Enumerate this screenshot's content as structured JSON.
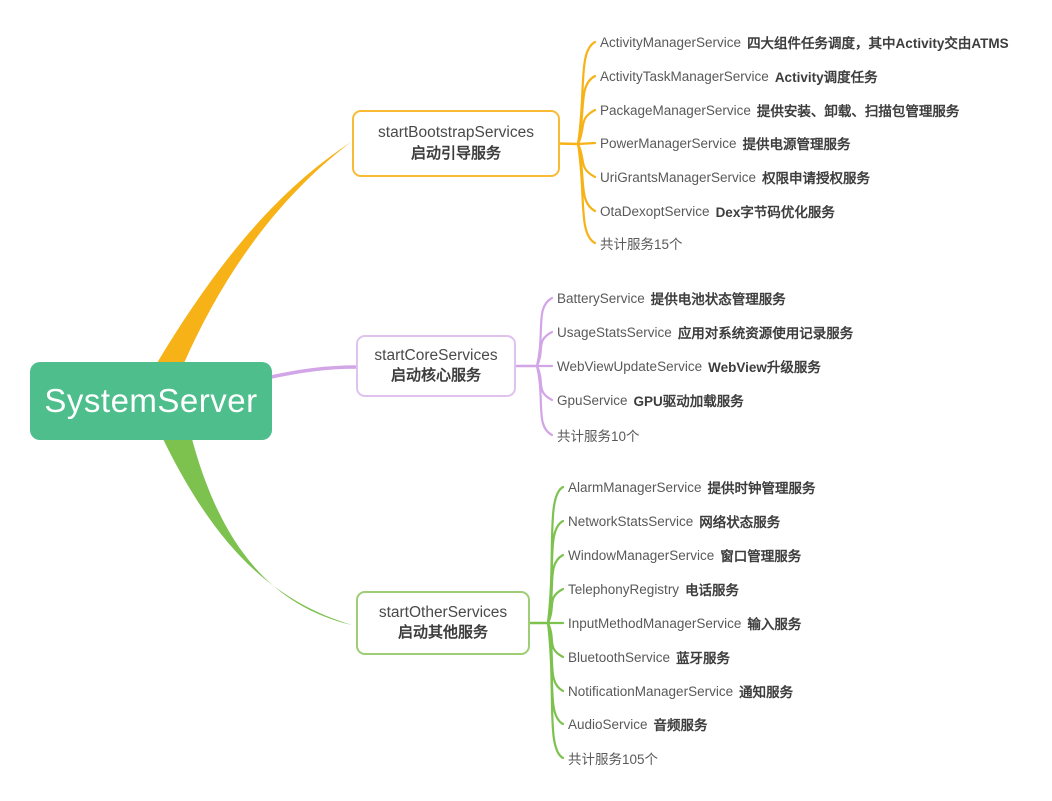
{
  "root": {
    "label": "SystemServer"
  },
  "colors": {
    "background": "#ffffff",
    "root_bg": "#4dbe8c",
    "root_text": "#ffffff",
    "name_text": "#595959",
    "desc_text": "#3d3d3d",
    "node_title_text": "#4a4a4a",
    "bootstrap_line": "#f7b217",
    "bootstrap_border": "#f9bb35",
    "core_line": "#d2a6e6",
    "core_border": "#dfc3ee",
    "other_line": "#7dc14f",
    "other_border": "#9ecd76"
  },
  "branches": [
    {
      "id": "bootstrap",
      "title": "startBootstrapServices",
      "subtitle": "启动引导服务",
      "color_key": "bootstrap",
      "leaves": [
        {
          "name": "ActivityManagerService",
          "desc": "四大组件任务调度，其中Activity交由ATMS"
        },
        {
          "name": "ActivityTaskManagerService",
          "desc": "Activity调度任务"
        },
        {
          "name": "PackageManagerService",
          "desc": "提供安装、卸载、扫描包管理服务"
        },
        {
          "name": "PowerManagerService",
          "desc": "提供电源管理服务"
        },
        {
          "name": "UriGrantsManagerService",
          "desc": "权限申请授权服务"
        },
        {
          "name": "OtaDexoptService",
          "desc": "Dex字节码优化服务"
        },
        {
          "name": "共计服务15个",
          "desc": ""
        }
      ]
    },
    {
      "id": "core",
      "title": "startCoreServices",
      "subtitle": "启动核心服务",
      "color_key": "core",
      "leaves": [
        {
          "name": "BatteryService",
          "desc": "提供电池状态管理服务"
        },
        {
          "name": "UsageStatsService",
          "desc": "应用对系统资源使用记录服务"
        },
        {
          "name": "WebViewUpdateService",
          "desc": "WebView升级服务"
        },
        {
          "name": "GpuService",
          "desc": "GPU驱动加载服务"
        },
        {
          "name": "共计服务10个",
          "desc": ""
        }
      ]
    },
    {
      "id": "other",
      "title": "startOtherServices",
      "subtitle": "启动其他服务",
      "color_key": "other",
      "leaves": [
        {
          "name": "AlarmManagerService",
          "desc": "提供时钟管理服务"
        },
        {
          "name": "NetworkStatsService",
          "desc": "网络状态服务"
        },
        {
          "name": "WindowManagerService",
          "desc": "窗口管理服务"
        },
        {
          "name": "TelephonyRegistry",
          "desc": "电话服务"
        },
        {
          "name": "InputMethodManagerService",
          "desc": "输入服务"
        },
        {
          "name": "BluetoothService",
          "desc": "蓝牙服务"
        },
        {
          "name": "NotificationManagerService",
          "desc": "通知服务"
        },
        {
          "name": "AudioService",
          "desc": "音频服务"
        },
        {
          "name": "共计服务105个",
          "desc": ""
        }
      ]
    }
  ]
}
